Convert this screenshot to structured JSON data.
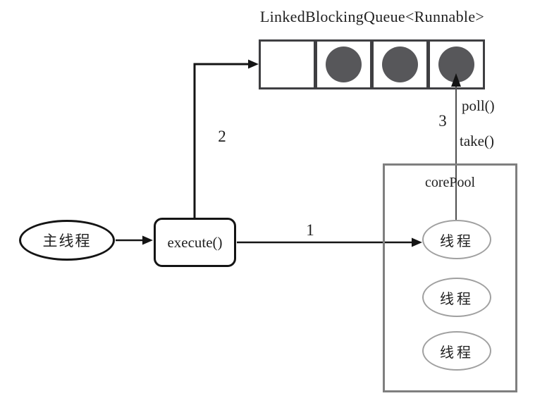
{
  "diagram": {
    "title": "LinkedBlockingQueue<Runnable>",
    "queue": {
      "cells": [
        {
          "filled": false
        },
        {
          "filled": true
        },
        {
          "filled": true
        },
        {
          "filled": true
        }
      ]
    },
    "nodes": {
      "main_thread": "主线程",
      "execute": "execute()",
      "core_pool": "corePool",
      "threads": [
        "线程",
        "线程",
        "线程"
      ]
    },
    "edges": {
      "step1": "1",
      "step2": "2",
      "step3": "3",
      "poll": "poll()",
      "take": "take()"
    },
    "colors": {
      "line": "#141414",
      "queue_border": "#3f3f42",
      "task_fill": "#57575a",
      "core_pool_border": "#7f7f7f",
      "thread_border": "#a0a0a0",
      "node_border": "#141414",
      "edge3_line": "#4f4f4f",
      "text": "#1f1f1f",
      "background": "#ffffff"
    }
  }
}
